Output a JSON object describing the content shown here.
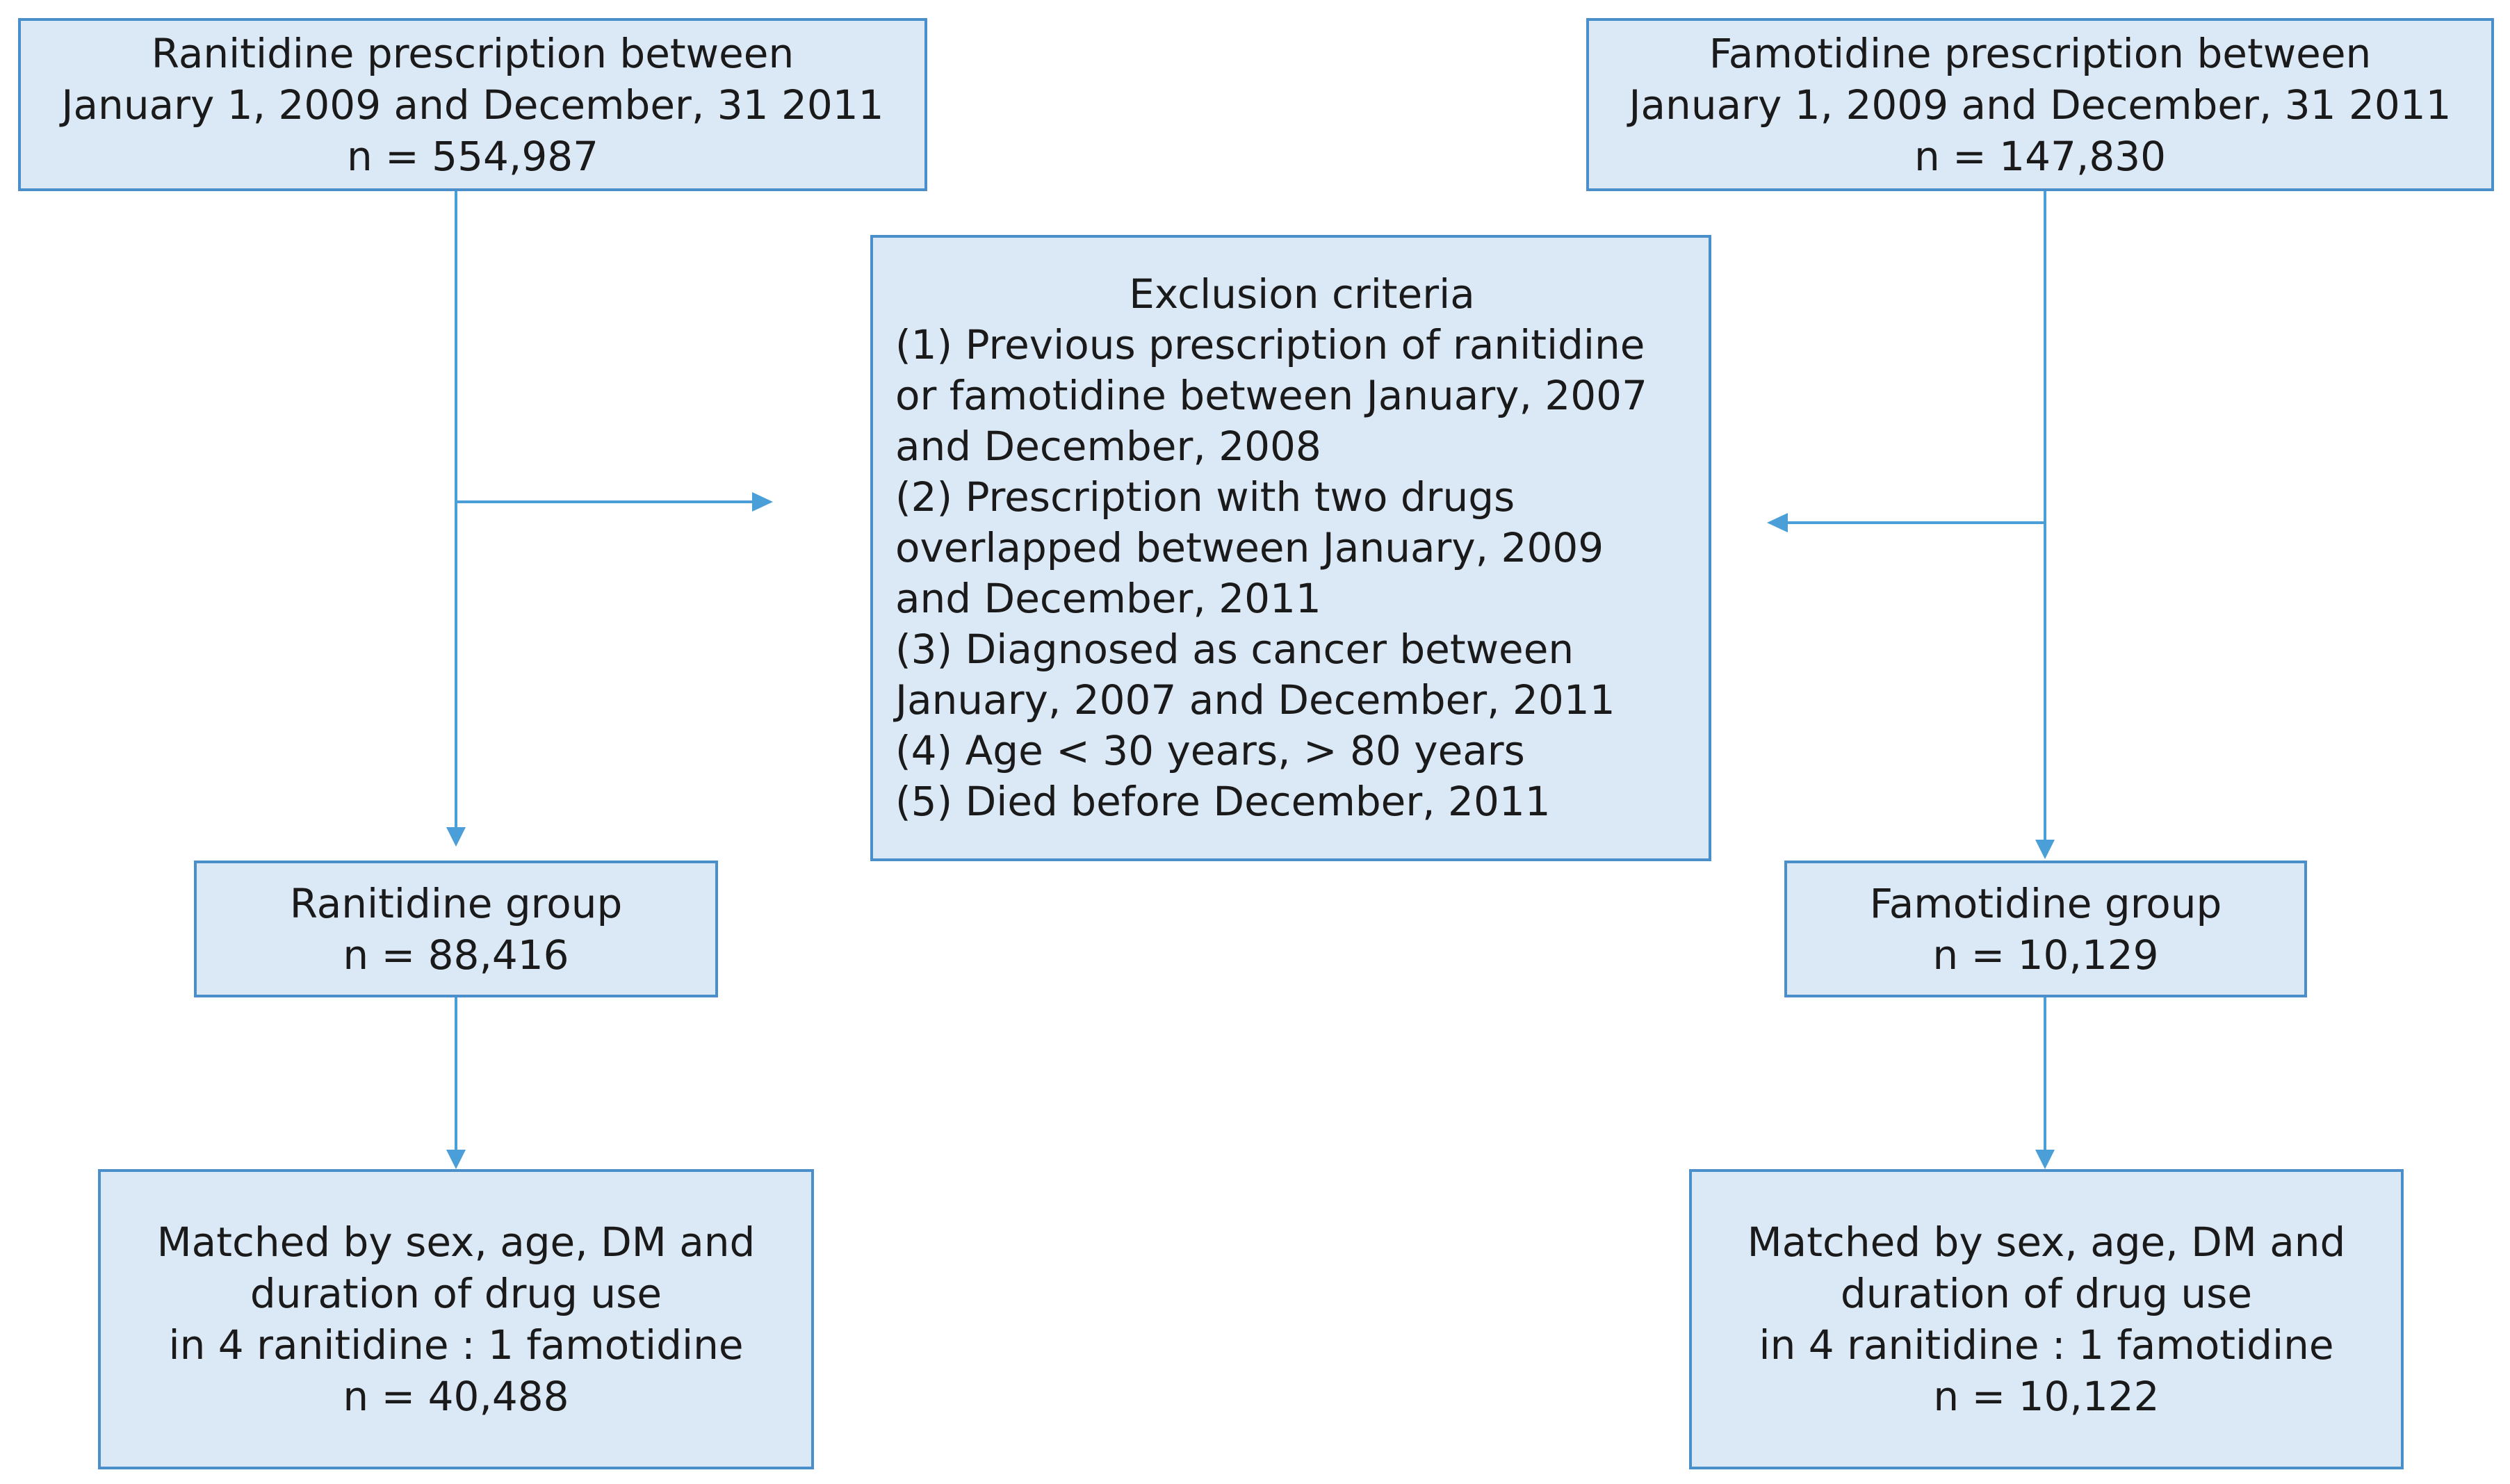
{
  "ranitidine_source": {
    "lines": [
      "Ranitidine prescription between",
      "January 1, 2009 and December, 31 2011",
      "n = 554,987"
    ]
  },
  "famotidine_source": {
    "lines": [
      "Famotidine prescription between",
      "January 1, 2009 and December, 31 2011",
      "n = 147,830"
    ]
  },
  "exclusion": {
    "title": "Exclusion criteria",
    "lines": [
      "(1) Previous prescription of ranitidine",
      "or famotidine between January, 2007",
      "and December, 2008",
      "(2) Prescription with two drugs",
      "overlapped between January, 2009",
      "and December, 2011",
      "(3) Diagnosed as cancer between",
      "January, 2007 and December, 2011",
      "(4) Age < 30 years, > 80 years",
      "(5) Died before December, 2011"
    ]
  },
  "ranitidine_group": {
    "lines": [
      "Ranitidine group",
      "n = 88,416"
    ]
  },
  "famotidine_group": {
    "lines": [
      "Famotidine group",
      "n = 10,129"
    ]
  },
  "ranitidine_matched": {
    "lines": [
      "Matched by sex, age, DM and",
      "duration of drug use",
      "in 4 ranitidine : 1 famotidine",
      "n = 40,488"
    ]
  },
  "famotidine_matched": {
    "lines": [
      "Matched by sex, age, DM and",
      "duration of drug use",
      "in 4 ranitidine : 1 famotidine",
      "n = 10,122"
    ]
  },
  "colors": {
    "box_fill": "#dbe8f5",
    "box_border": "#4a8fc9",
    "arrow": "#4a9fd8"
  }
}
